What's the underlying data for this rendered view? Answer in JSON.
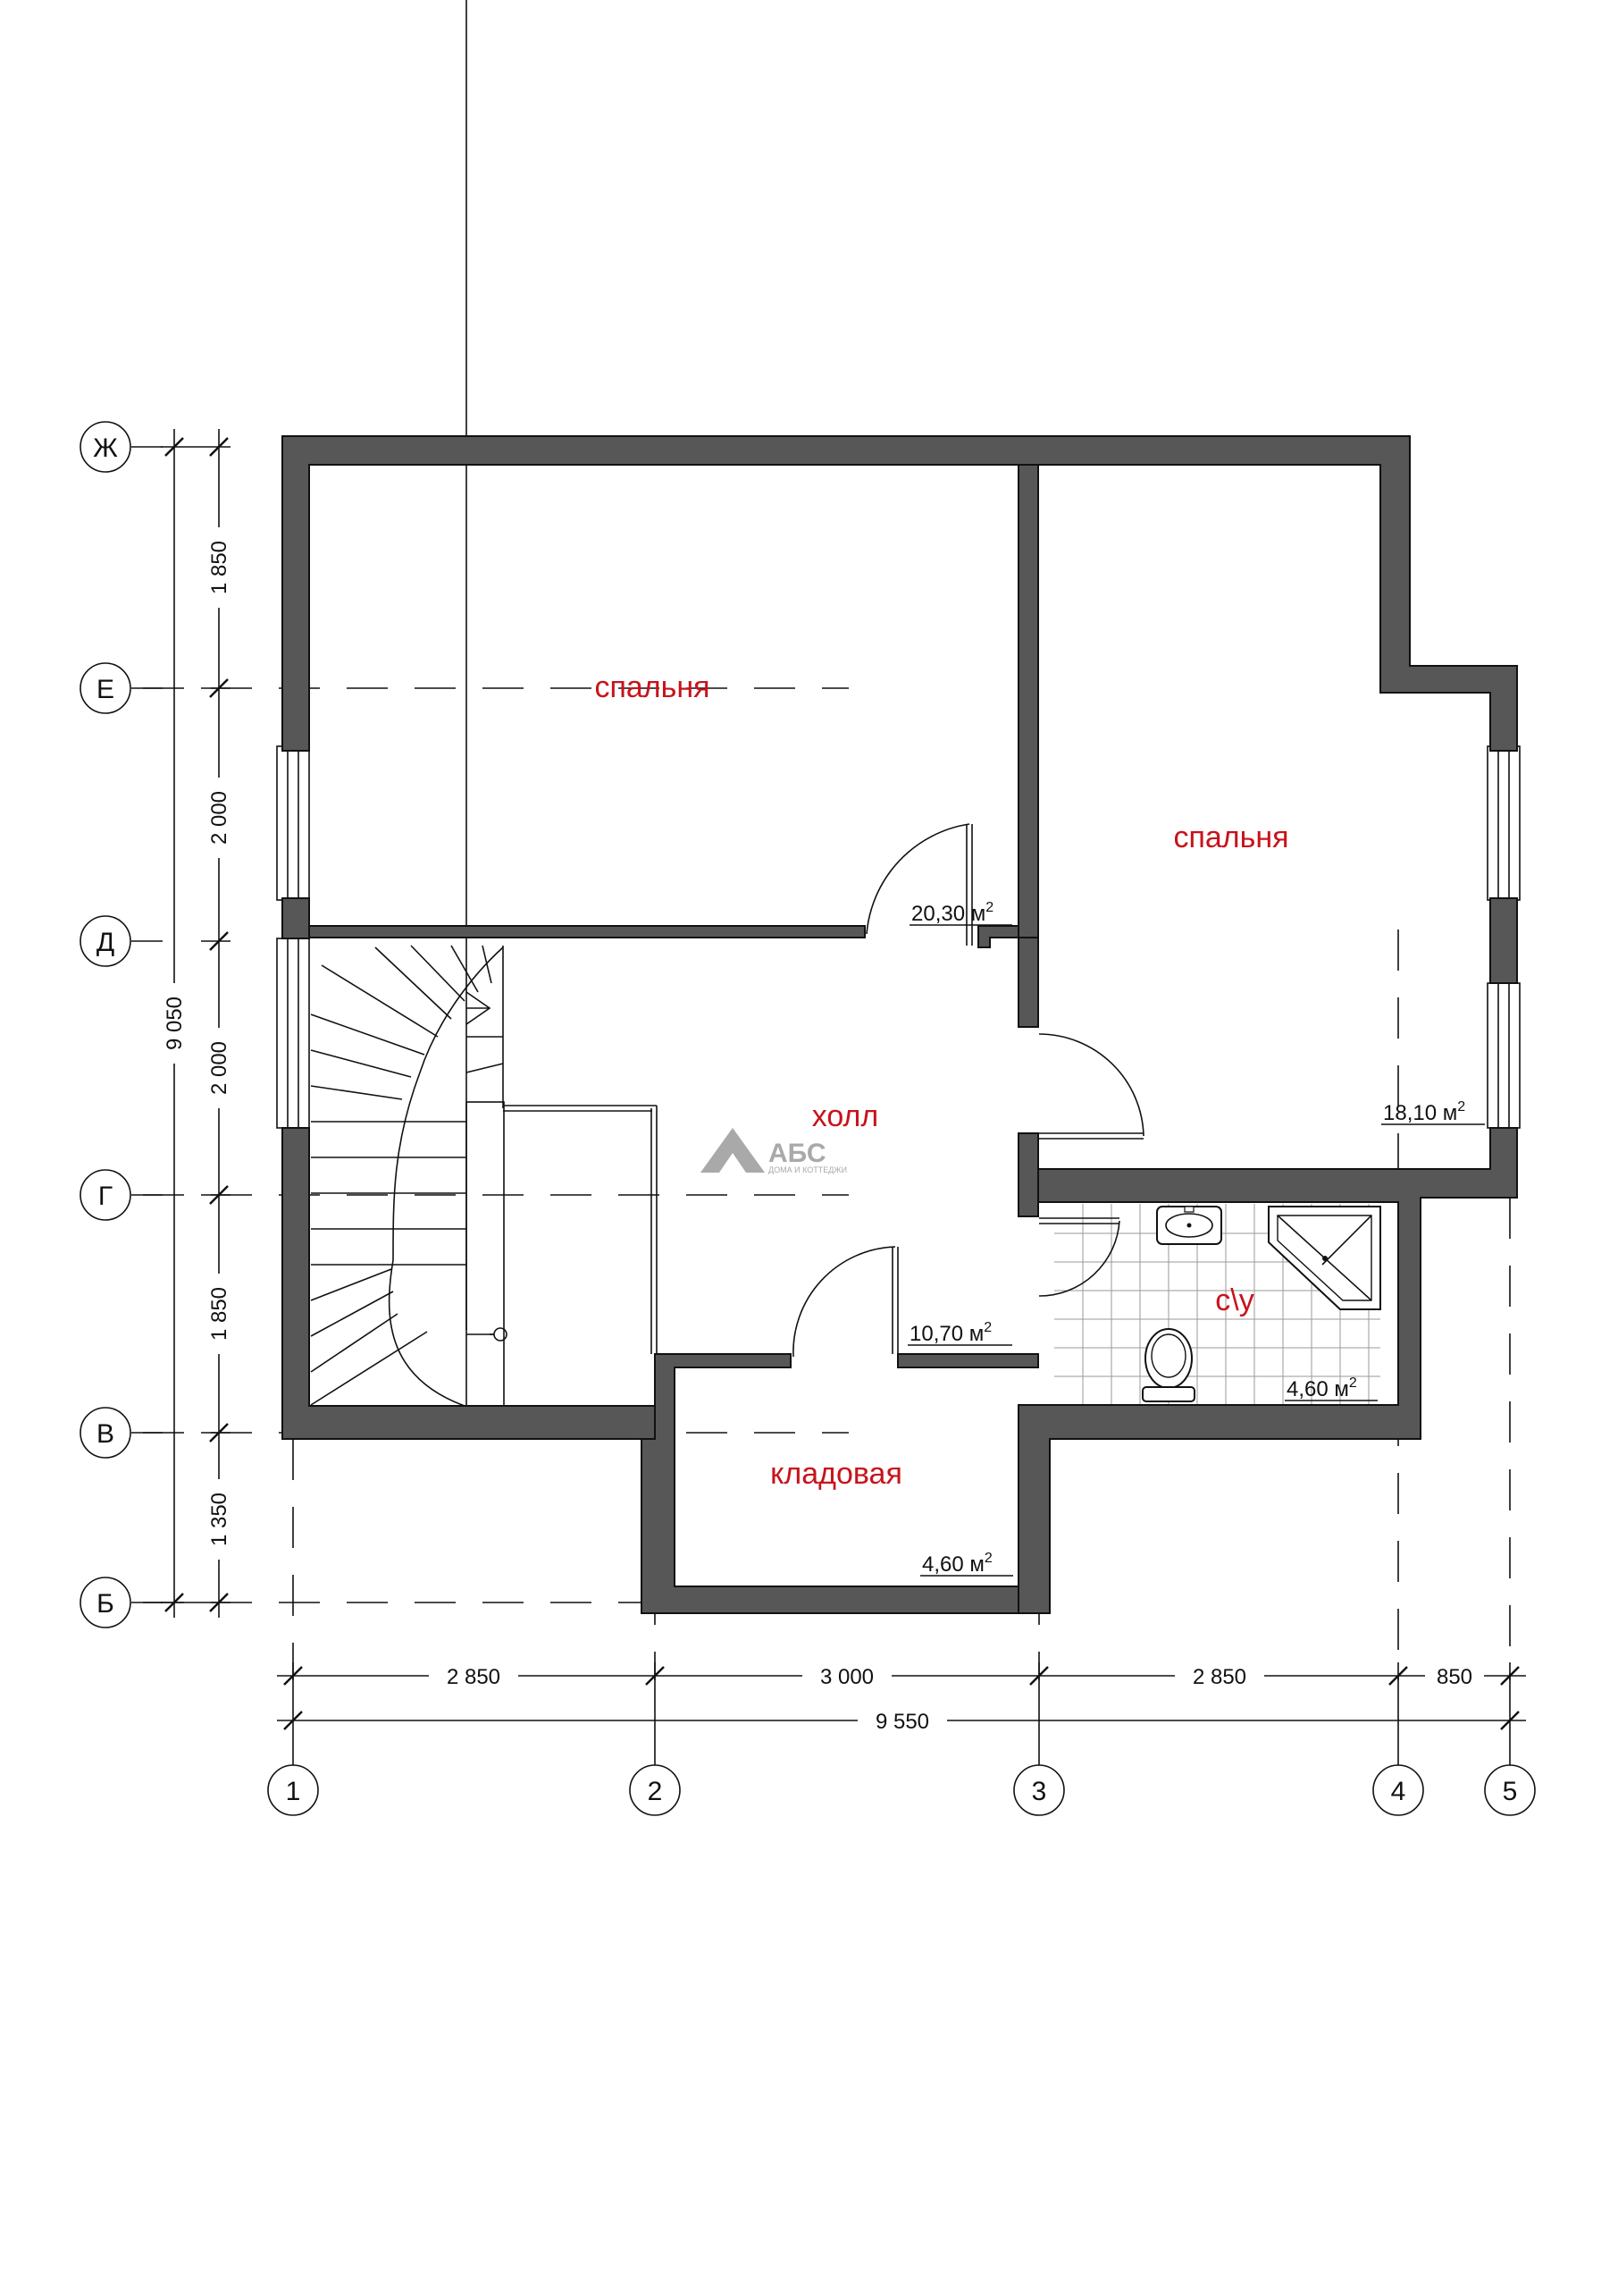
{
  "rooms": {
    "bedroom_left": "спальня",
    "bedroom_right": "спальня",
    "hall": "холл",
    "storage": "кладовая",
    "bathroom": "с\\у"
  },
  "areas": {
    "bedroom_left": "20,30 м",
    "bedroom_right": "18,10 м",
    "hall": "10,70 м",
    "storage": "4,60 м",
    "bathroom": "4,60 м",
    "unit_sup": "2"
  },
  "logo": {
    "name": "АБС",
    "tagline": "ДОМА И КОТТЕДЖИ"
  },
  "axes": {
    "rows": [
      "Ж",
      "Е",
      "Д",
      "Г",
      "В",
      "Б"
    ],
    "cols": [
      "1",
      "2",
      "3",
      "4",
      "5"
    ]
  },
  "dims": {
    "vertical": [
      "1 850",
      "2 000",
      "2 000",
      "1 850",
      "1 350"
    ],
    "vertical_total": "9 050",
    "horizontal": [
      "2 850",
      "3 000",
      "2 850",
      "850"
    ],
    "horizontal_total": "9 550"
  },
  "colors": {
    "room_label": "#c8131b",
    "wall": "#575757",
    "logo": "#a9a9a9"
  }
}
